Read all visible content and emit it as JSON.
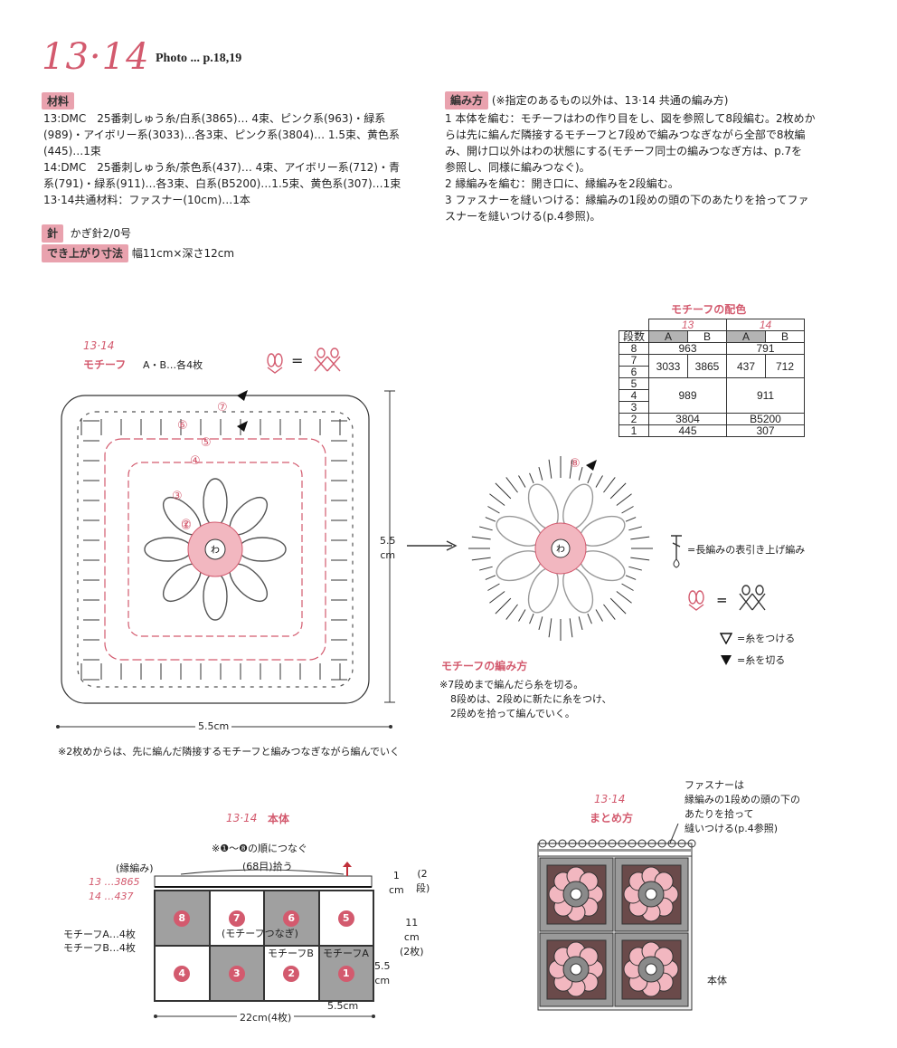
{
  "header": {
    "number": "13·14",
    "photo": "Photo ... p.18,19"
  },
  "materials": {
    "tag": "材料",
    "lines": [
      "13:DMC　25番刺しゅう糸/白系(3865)… 4束、ピンク系(963)・緑系",
      "(989)・アイボリー系(3033)…各3束、ピンク系(3804)… 1.5束、黄色系",
      "(445)…1束",
      "14:DMC　25番刺しゅう糸/茶色系(437)… 4束、アイボリー系(712)・青",
      "系(791)・緑系(911)…各3束、白系(B5200)…1.5束、黄色系(307)…1束",
      "13·14共通材料：ファスナー(10cm)…1本"
    ],
    "needle_tag": "針",
    "needle": "かぎ針2/0号",
    "size_tag": "でき上がり寸法",
    "size": "幅11cm×深さ12cm"
  },
  "method": {
    "tag": "編み方",
    "note": "(※指定のあるもの以外は、13·14 共通の編み方)",
    "lines": [
      "1 本体を編む：モチーフはわの作り目をし、図を参照して8段編む。2枚めか",
      "らは先に編んだ隣接するモチーフと7段めで編みつなぎながら全部で8枚編",
      "み、開け口以外はわの状態にする(モチーフ同士の編みつなぎ方は、p.7を",
      "参照し、同様に編みつなぐ)。",
      "2 縁編みを編む：開き口に、縁編みを2段編む。",
      "3 ファスナーを縫いつける：縁編みの1段めの頭の下のあたりを拾ってファ",
      "スナーを縫いつける(p.4参照)。"
    ]
  },
  "color_table": {
    "title": "モチーフの配色",
    "col_13": "13",
    "col_14": "14",
    "rows_label": "段数",
    "a": "A",
    "b": "B",
    "r8": [
      "8",
      "963",
      "791"
    ],
    "r76": [
      "7",
      "6",
      "3033",
      "3865",
      "437",
      "712"
    ],
    "r543": [
      "5",
      "4",
      "3",
      "989",
      "911"
    ],
    "r2": [
      "2",
      "3804",
      "B5200"
    ],
    "r1": [
      "1",
      "445",
      "307"
    ]
  },
  "motif": {
    "label_num": "13·14",
    "label": "モチーフ",
    "count": "A・B…各4枚",
    "center": "わ",
    "rounds": [
      "①",
      "②",
      "③",
      "④",
      "⑤",
      "⑥",
      "⑦"
    ],
    "height": "5.5",
    "height_unit": "cm",
    "width": "5.5cm",
    "note": "※2枚めからは、先に編んだ隣接するモチーフと編みつなぎながら編んでいく"
  },
  "flower": {
    "round": "⑧",
    "center": "わ",
    "title": "モチーフの編み方",
    "note1": "※7段めまで編んだら糸を切る。",
    "note2": "8段めは、2段めに新たに糸をつけ、",
    "note3": "2段めを拾って編んでいく。"
  },
  "legend": {
    "l1": "=長編みの表引き上げ編み",
    "eq": "=",
    "l3": "=糸をつける",
    "l4": "=糸を切る"
  },
  "body": {
    "title_num": "13·14",
    "title": "本体",
    "order_note": "※❶～❽の順につなぐ",
    "edge_label": "(縁編み)",
    "edge_13": "13 …3865",
    "edge_14": "14 …437",
    "pick": "(68目)拾う",
    "motif_a_count": "モチーフA…4枚",
    "motif_b_count": "モチーフB…4枚",
    "cells_top": [
      "8",
      "7",
      "6",
      "5"
    ],
    "cells_bottom": [
      "4",
      "3",
      "2",
      "1"
    ],
    "join": "(モチーフつなぎ)",
    "motif_b": "モチーフB",
    "motif_a": "モチーフA",
    "h1": "1",
    "h1_unit": "cm",
    "h1_rows": "(2段)",
    "h2": "11",
    "h2_unit": "cm",
    "h2_pcs": "(2枚)",
    "cell_h": "5.5",
    "cell_h_unit": "cm",
    "cell_w": "5.5cm",
    "width": "22cm(4枚)"
  },
  "finish": {
    "title_num": "13·14",
    "title": "まとめ方",
    "zip_note_1": "ファスナーは",
    "zip_note_2": "縁編みの1段めの頭の下の",
    "zip_note_3": "あたりを拾って",
    "zip_note_4": "縫いつける(p.4参照)",
    "body_label": "本体"
  },
  "colors": {
    "accent": "#d35a6e",
    "pink_fill": "#f2b7c0",
    "grey": "#8a8a8a",
    "dark_cell": "#a0a0a0"
  }
}
